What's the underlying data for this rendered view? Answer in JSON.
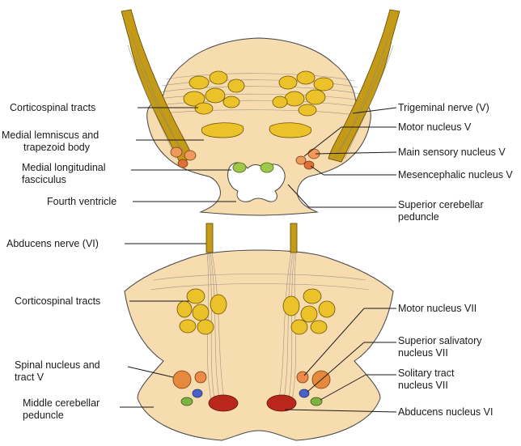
{
  "upper_section": {
    "labels_left": {
      "corticospinal": "Corticospinal tracts",
      "medial_lemniscus_1": "Medial lemniscus and",
      "medial_lemniscus_2": "trapezoid body",
      "mlf_1": "Medial longitudinal",
      "mlf_2": "fasciculus",
      "fourth_ventricle": "Fourth ventricle"
    },
    "labels_right": {
      "trigeminal_nerve": "Trigeminal nerve (V)",
      "motor_nucleus_v": "Motor nucleus V",
      "main_sensory": "Main sensory nucleus V",
      "mesencephalic": "Mesencephalic nucleus V",
      "superior_cerebellar_1": "Superior cerebellar",
      "superior_cerebellar_2": "peduncle"
    }
  },
  "lower_section": {
    "labels_left": {
      "abducens_nerve": "Abducens nerve (VI)",
      "corticospinal": "Corticospinal tracts",
      "spinal_nucleus_1": "Spinal nucleus and",
      "spinal_nucleus_2": "tract V",
      "middle_cerebellar_1": "Middle cerebellar",
      "middle_cerebellar_2": "peduncle"
    },
    "labels_right": {
      "motor_nucleus_vii": "Motor nucleus VII",
      "superior_salivatory_1": "Superior salivatory",
      "superior_salivatory_2": "nucleus VII",
      "solitary_1": "Solitary tract",
      "solitary_2": "nucleus VII",
      "abducens_nucleus": "Abducens nucleus VI"
    }
  },
  "colors": {
    "tissue": "#f7dcb0",
    "tract": "#ecc22a",
    "nerve": "#c49b17",
    "motor_nucleus": "#ec8a4a",
    "sensory_nucleus": "#e58a3c",
    "mlf": "#9fc84a",
    "abducens_nucleus": "#b8261c",
    "salivatory_nucleus": "#4a62c8",
    "solitary_nucleus": "#7cb342"
  }
}
